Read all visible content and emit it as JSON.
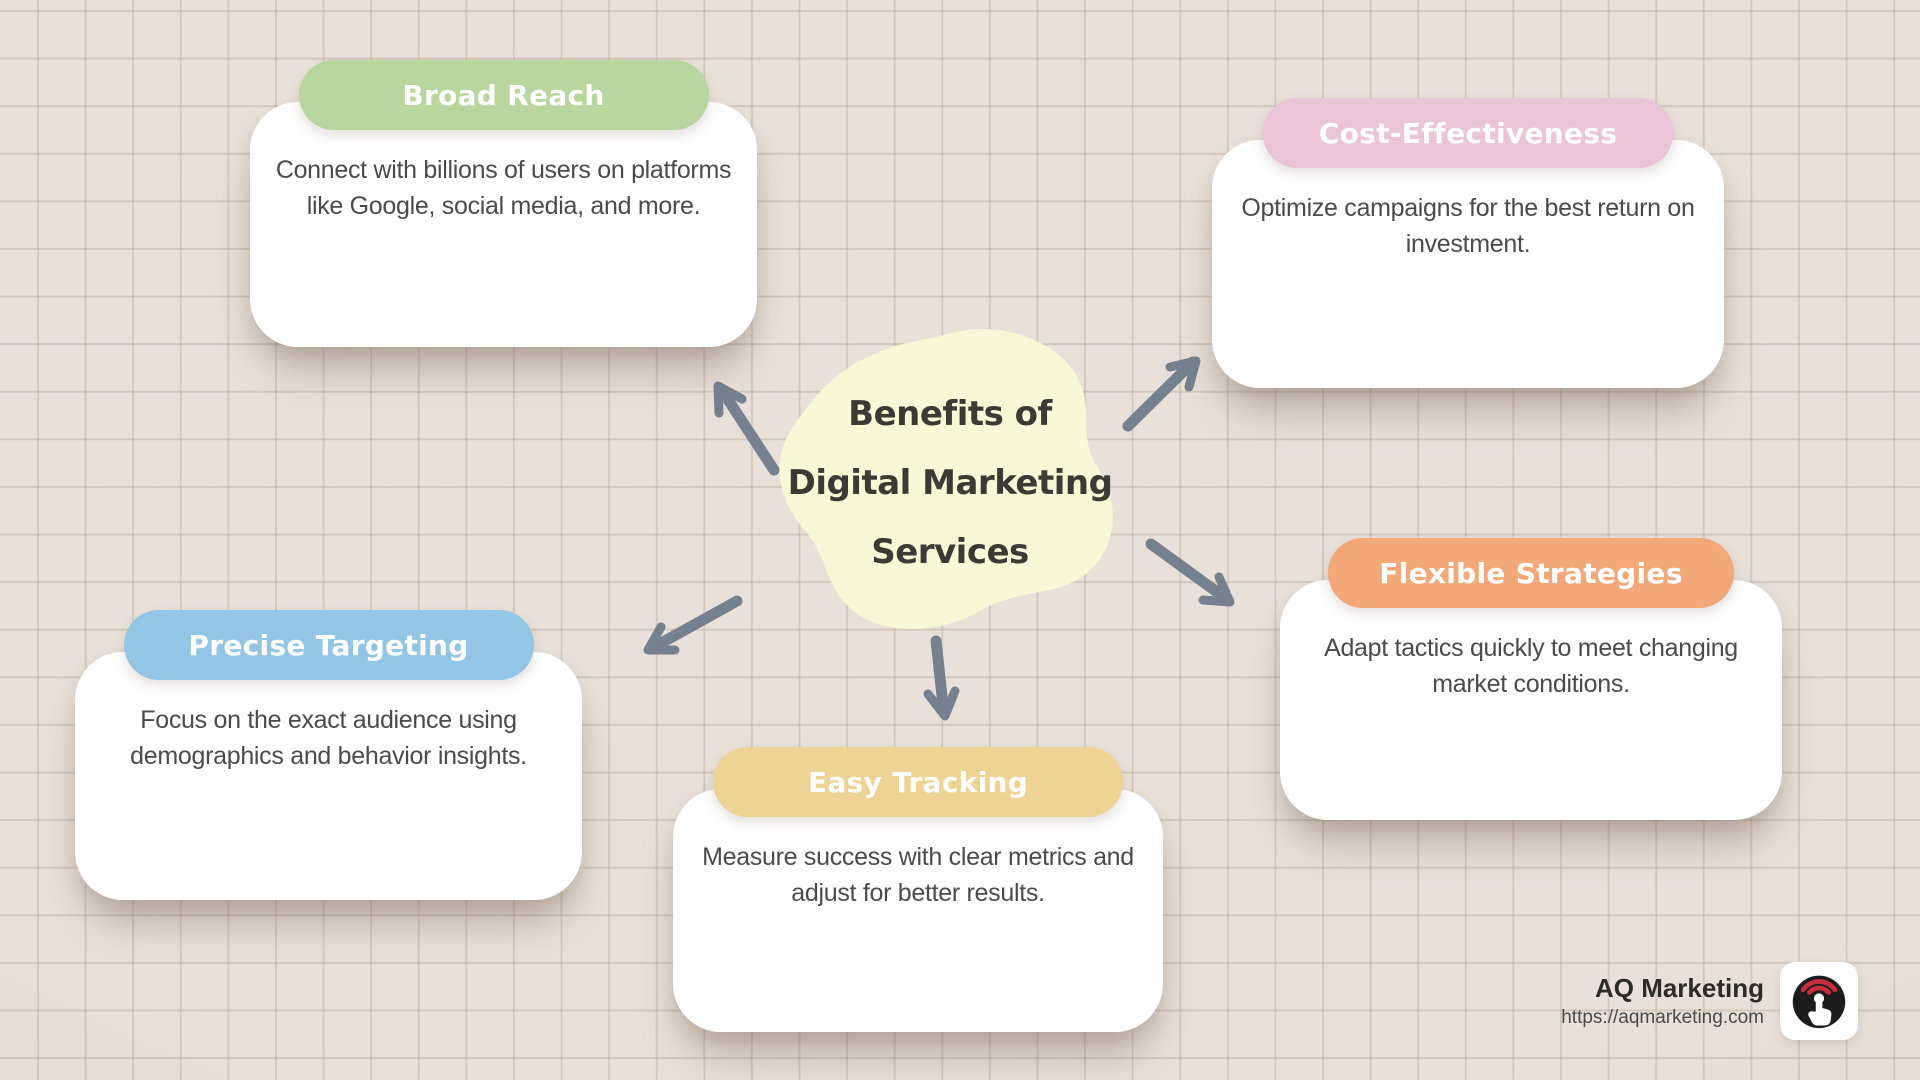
{
  "page": {
    "background": "#e9e1d9",
    "grid_line_color": "#d7ccc3",
    "card_background": "#ffffff",
    "card_text_color": "#4b4b4b"
  },
  "center": {
    "title_lines": [
      "Benefits of",
      "Digital Marketing",
      "Services"
    ],
    "blob_color": "#f8f7d6",
    "text_color": "#3c3a35"
  },
  "arrows": {
    "color": "#75818f",
    "targets": [
      "broad-reach",
      "cost-effectiveness",
      "flexible-strategies",
      "easy-tracking",
      "precise-targeting"
    ]
  },
  "cards": [
    {
      "title": "Broad Reach",
      "header_color": "#b9d69e",
      "body_lines": [
        "Connect with billions of users on platforms",
        "like Google, social media, and more."
      ]
    },
    {
      "title": "Cost-Effectiveness",
      "header_color": "#ecc4d8",
      "body_lines": [
        "Optimize campaigns for the best return on",
        "investment."
      ]
    },
    {
      "title": "Precise Targeting",
      "header_color": "#93c5e6",
      "body_lines": [
        "Focus on the exact audience using",
        "demographics and behavior insights."
      ]
    },
    {
      "title": "Easy Tracking",
      "header_color": "#eed395",
      "body_lines": [
        "Measure success with clear metrics and",
        "adjust for better results."
      ]
    },
    {
      "title": "Flexible Strategies",
      "header_color": "#f2a878",
      "body_lines": [
        "Adapt tactics quickly to meet changing",
        "market conditions."
      ]
    }
  ],
  "footer": {
    "brand": "AQ Marketing",
    "url": "https://aqmarketing.com",
    "logo": {
      "box_color": "#ffffff",
      "circle_color": "#1b1b1b",
      "arc_color": "#c62b3c",
      "hand_color": "#ffffff"
    }
  }
}
